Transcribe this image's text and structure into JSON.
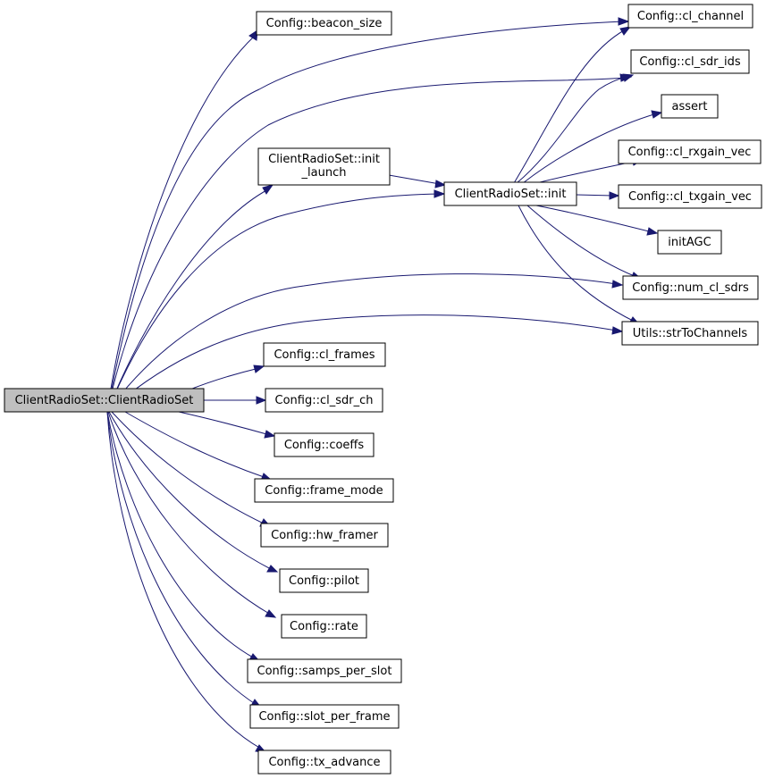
{
  "nodes": {
    "root": "ClientRadioSet::ClientRadioSet",
    "beacon_size": "Config::beacon_size",
    "init_launch": [
      "ClientRadioSet::init",
      "_launch"
    ],
    "init": "ClientRadioSet::init",
    "cl_channel": "Config::cl_channel",
    "cl_sdr_ids": "Config::cl_sdr_ids",
    "assert": "assert",
    "cl_rxgain_vec": "Config::cl_rxgain_vec",
    "cl_txgain_vec": "Config::cl_txgain_vec",
    "initAGC": "initAGC",
    "num_cl_sdrs": "Config::num_cl_sdrs",
    "strToChannels": "Utils::strToChannels",
    "cl_frames": "Config::cl_frames",
    "cl_sdr_ch": "Config::cl_sdr_ch",
    "coeffs": "Config::coeffs",
    "frame_mode": "Config::frame_mode",
    "hw_framer": "Config::hw_framer",
    "pilot": "Config::pilot",
    "rate": "Config::rate",
    "samps_per_slot": "Config::samps_per_slot",
    "slot_per_frame": "Config::slot_per_frame",
    "tx_advance": "Config::tx_advance"
  },
  "edges": [
    [
      "root",
      "beacon_size"
    ],
    [
      "root",
      "cl_channel"
    ],
    [
      "root",
      "cl_sdr_ids"
    ],
    [
      "root",
      "init_launch"
    ],
    [
      "root",
      "init"
    ],
    [
      "root",
      "num_cl_sdrs"
    ],
    [
      "root",
      "strToChannels"
    ],
    [
      "root",
      "cl_frames"
    ],
    [
      "root",
      "cl_sdr_ch"
    ],
    [
      "root",
      "coeffs"
    ],
    [
      "root",
      "frame_mode"
    ],
    [
      "root",
      "hw_framer"
    ],
    [
      "root",
      "pilot"
    ],
    [
      "root",
      "rate"
    ],
    [
      "root",
      "samps_per_slot"
    ],
    [
      "root",
      "slot_per_frame"
    ],
    [
      "root",
      "tx_advance"
    ],
    [
      "init_launch",
      "init"
    ],
    [
      "init",
      "cl_channel"
    ],
    [
      "init",
      "cl_sdr_ids"
    ],
    [
      "init",
      "assert"
    ],
    [
      "init",
      "cl_rxgain_vec"
    ],
    [
      "init",
      "cl_txgain_vec"
    ],
    [
      "init",
      "initAGC"
    ],
    [
      "init",
      "num_cl_sdrs"
    ],
    [
      "init",
      "strToChannels"
    ]
  ],
  "colors": {
    "edge": "#191970",
    "root_fill": "#bfbfbf",
    "node_fill": "#ffffff",
    "border": "#000000"
  }
}
